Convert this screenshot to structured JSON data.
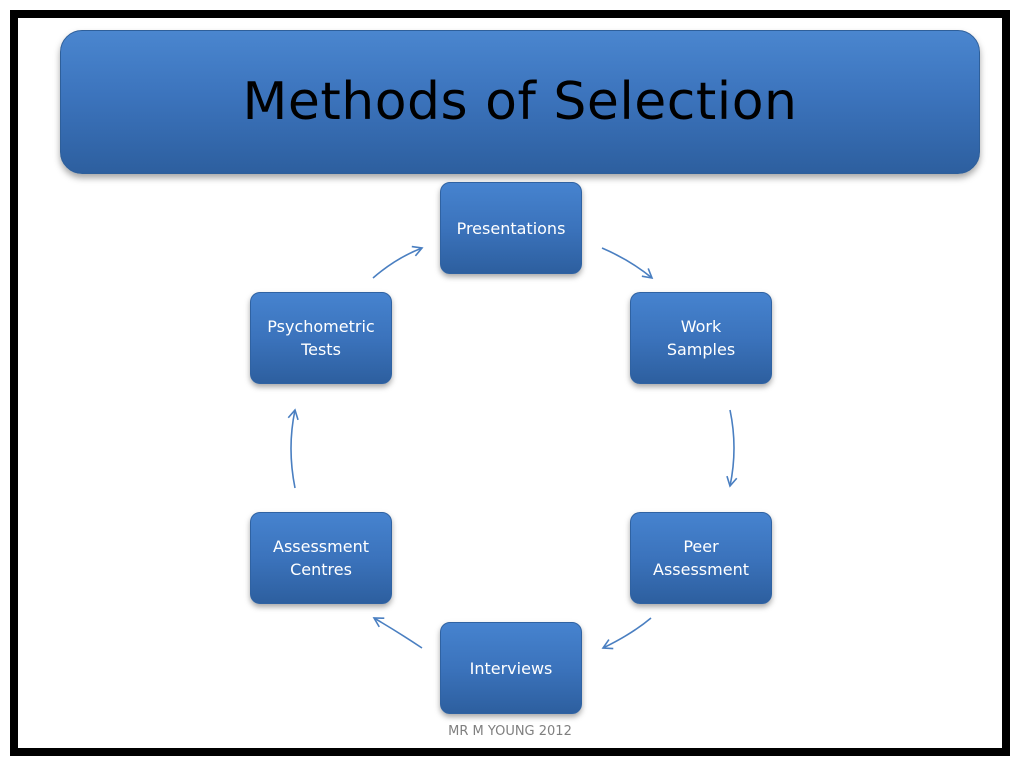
{
  "title": "Methods of Selection",
  "nodes": [
    {
      "id": "presentations",
      "label": "Presentations"
    },
    {
      "id": "work-samples",
      "label": "Work\nSamples"
    },
    {
      "id": "peer-assessment",
      "label": "Peer\nAssessment"
    },
    {
      "id": "interviews",
      "label": "Interviews"
    },
    {
      "id": "assessment-centres",
      "label": "Assessment\nCentres"
    },
    {
      "id": "psychometric-tests",
      "label": "Psychometric\nTests"
    }
  ],
  "edges": [
    {
      "from": "presentations",
      "to": "work-samples"
    },
    {
      "from": "work-samples",
      "to": "peer-assessment"
    },
    {
      "from": "peer-assessment",
      "to": "interviews"
    },
    {
      "from": "interviews",
      "to": "assessment-centres"
    },
    {
      "from": "assessment-centres",
      "to": "psychometric-tests"
    },
    {
      "from": "psychometric-tests",
      "to": "presentations"
    }
  ],
  "footer": "MR M YOUNG 2012",
  "colors": {
    "banner": "#3c74bd",
    "node": "#3b73bc",
    "arrow": "#4a7fc1",
    "frame": "#000000"
  }
}
